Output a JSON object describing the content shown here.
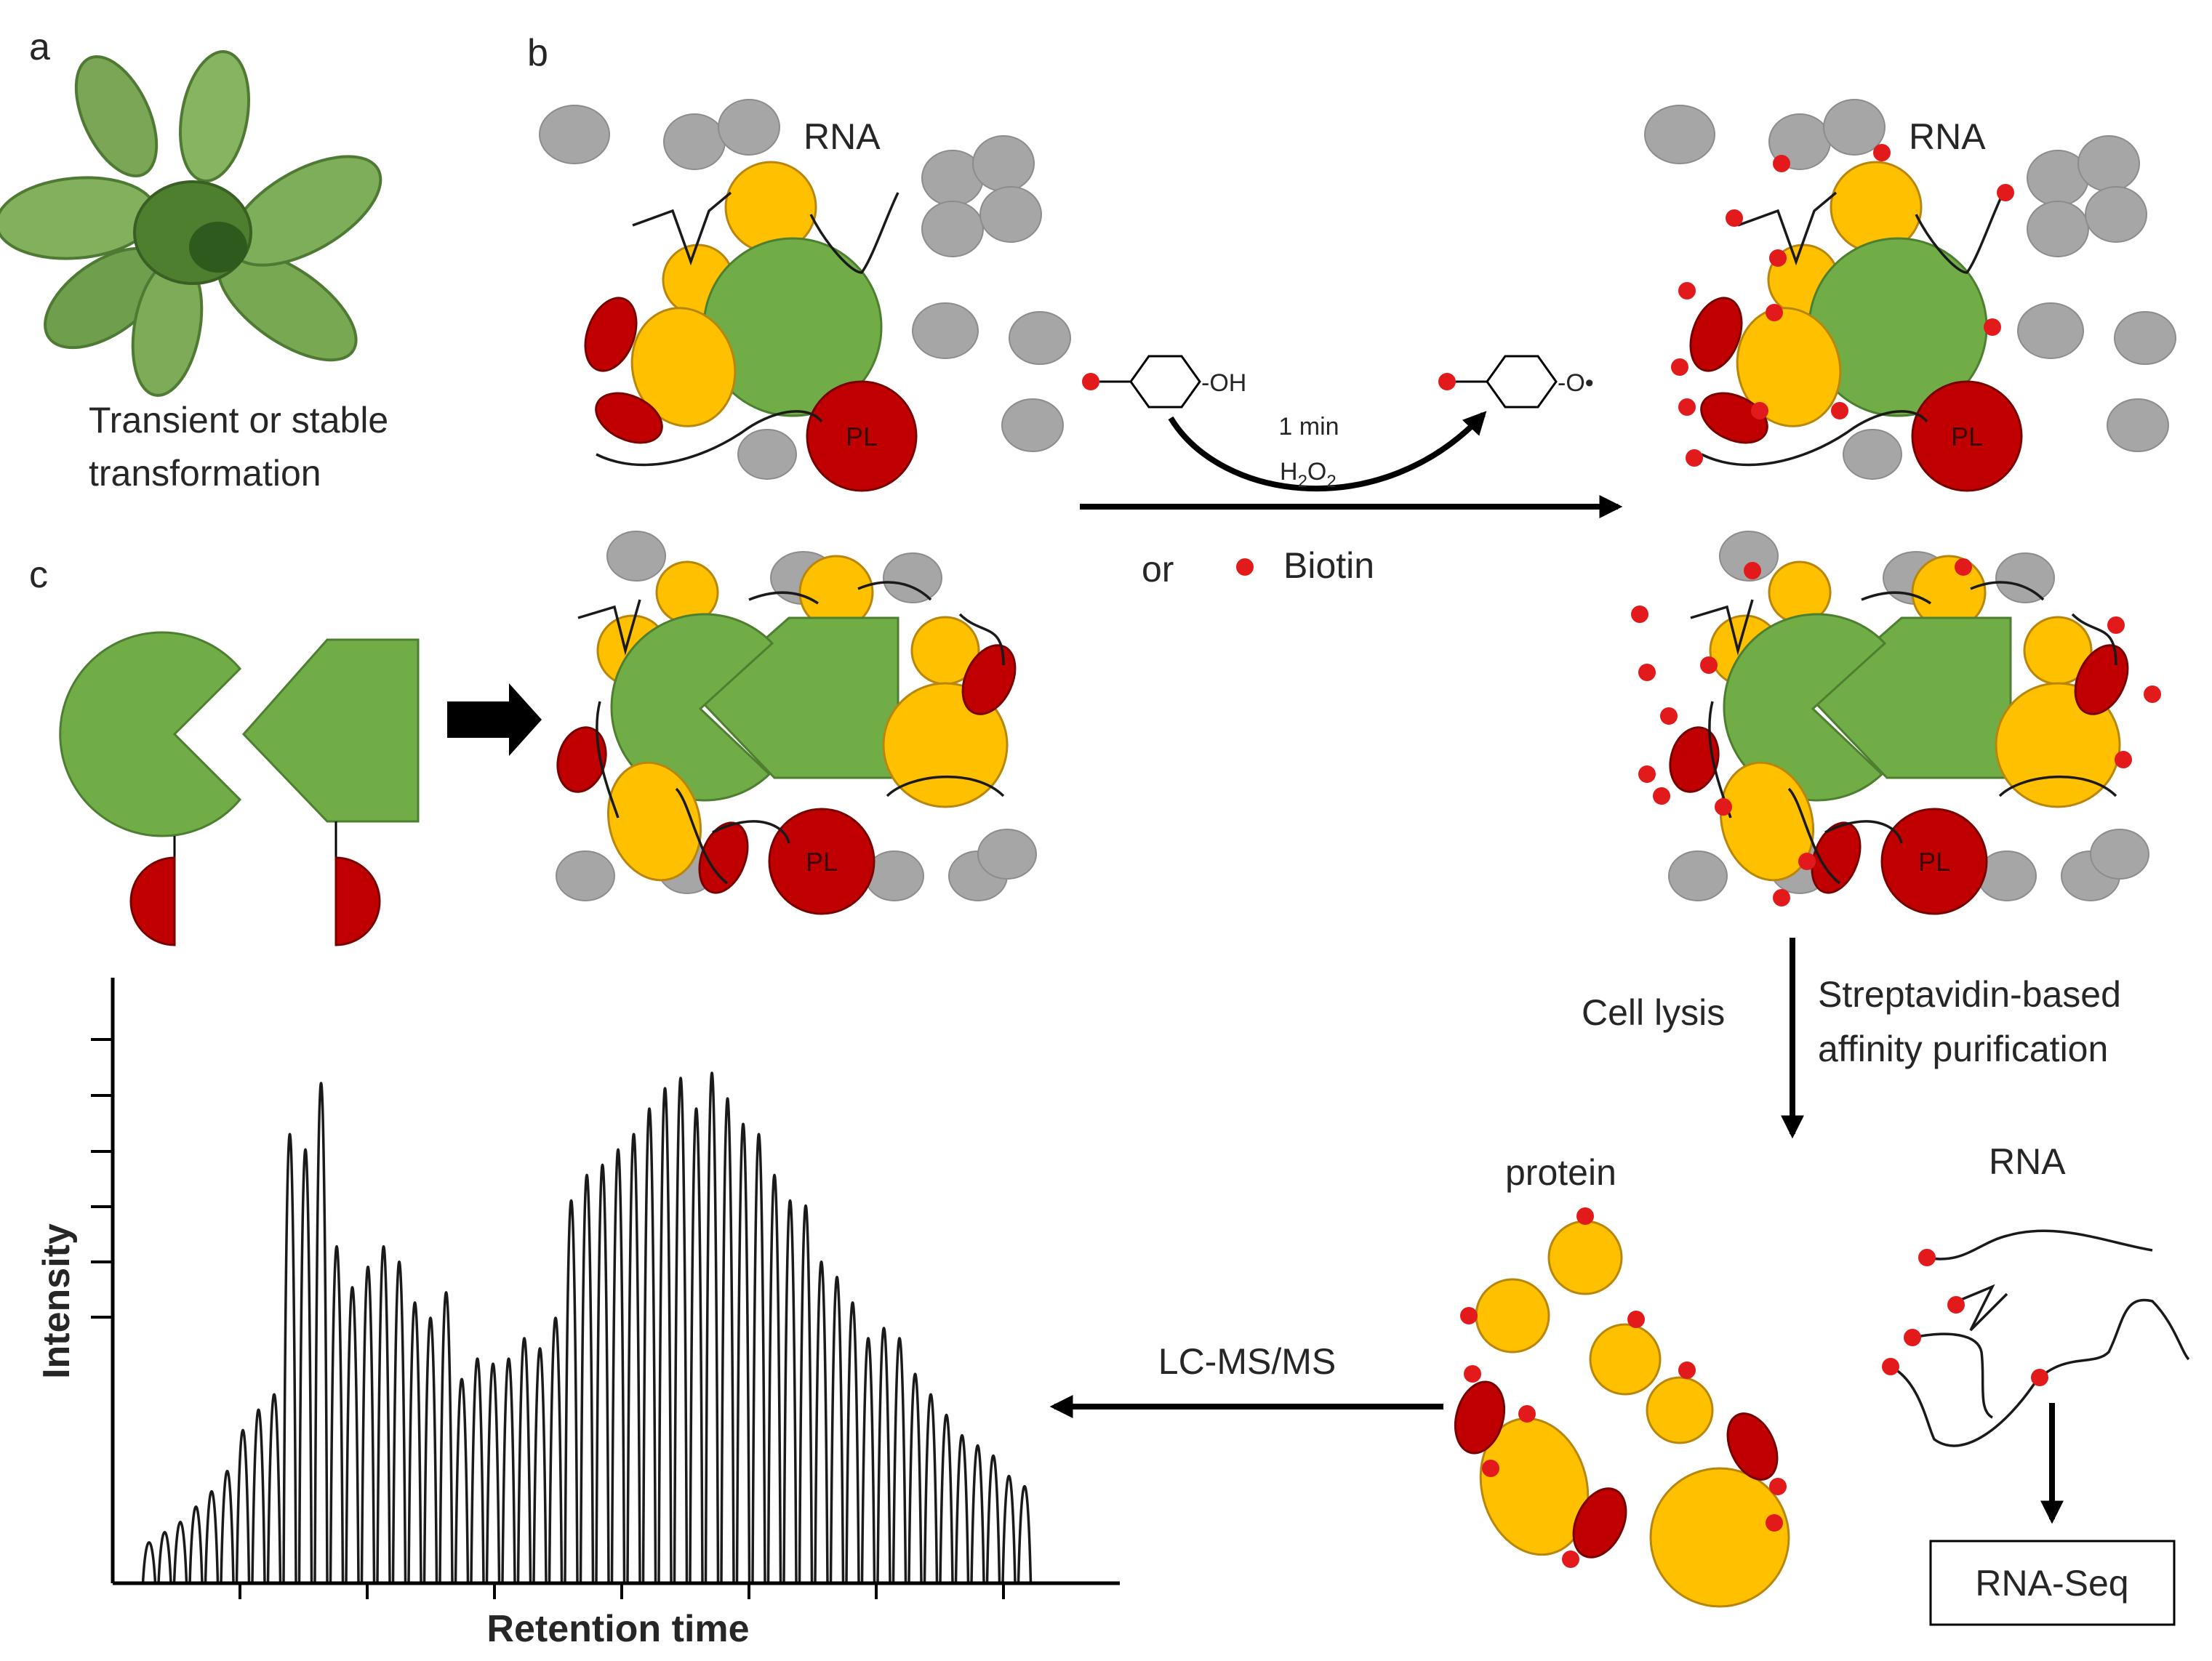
{
  "panels": {
    "a": "a",
    "b": "b",
    "c": "c"
  },
  "panel_a": {
    "caption_line1": "Transient or stable",
    "caption_line2": "transformation"
  },
  "complex": {
    "rna_label": "RNA",
    "pl_label": "PL"
  },
  "reaction": {
    "time": "1 min",
    "h2o2": "H",
    "h2o2_sub1": "2",
    "h2o2_o": "O",
    "h2o2_sub2": "2",
    "oh": "-OH",
    "oradical": "-O•",
    "or": "or",
    "biotin": "Biotin"
  },
  "steps": {
    "lysis": "Cell lysis",
    "strep_line1": "Streptavidin-based",
    "strep_line2": "affinity purification",
    "lcms": "LC-MS/MS"
  },
  "products": {
    "protein": "protein",
    "rna": "RNA",
    "rnaseq": "RNA-Seq"
  },
  "chromatogram": {
    "xlabel": "Retention time",
    "ylabel": "Intensity"
  },
  "colors": {
    "green": "#70ad47",
    "yellow": "#ffc000",
    "red": "#c00000",
    "grey": "#a6a6a6",
    "biotin": "#e31a1c"
  }
}
